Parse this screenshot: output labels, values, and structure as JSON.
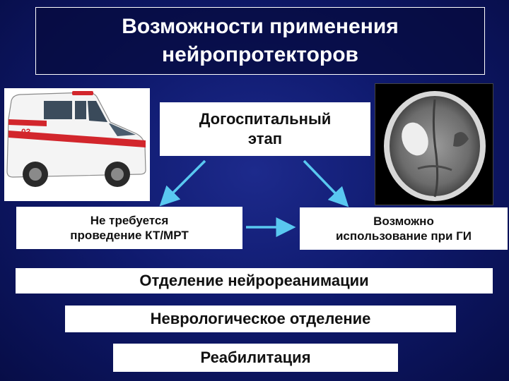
{
  "title_line1": "Возможности применения",
  "title_line2": "нейропротекторов",
  "stage_line1": "Догоспитальный",
  "stage_line2": "этап",
  "left_box_line1": "Не требуется",
  "left_box_line2": "проведение КТ/МРТ",
  "right_box_line1": "Возможно",
  "right_box_line2": "использование при ГИ",
  "icu": "Отделение нейрореанимации",
  "neuro": "Неврологическое отделение",
  "rehab": "Реабилитация",
  "ambulance_marks": {
    "number": "03"
  },
  "colors": {
    "background": "#0f1a6e",
    "arrow": "#59c8f0",
    "box_border": "#ffffff",
    "ambulance_stripe": "#d2262c"
  },
  "icons": {
    "ambulance_image": "ambulance-van",
    "ct_image": "brain-ct-scan"
  }
}
